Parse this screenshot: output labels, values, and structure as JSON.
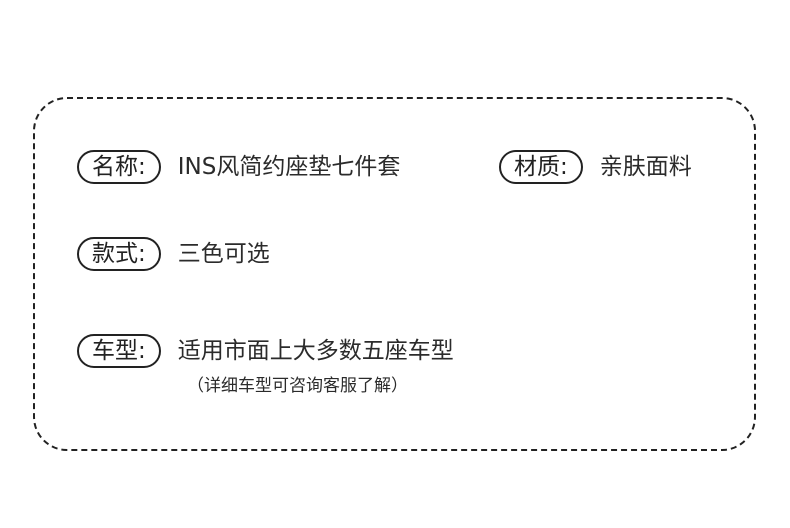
{
  "fields": {
    "name": {
      "label": "名称:",
      "value": "INS风简约座垫七件套"
    },
    "material": {
      "label": "材质:",
      "value": "亲肤面料"
    },
    "style": {
      "label": "款式:",
      "value": "三色可选"
    },
    "vehicle": {
      "label": "车型:",
      "value": "适用市面上大多数五座车型",
      "note": "（详细车型可咨询客服了解）"
    }
  },
  "colors": {
    "border": "#222222",
    "text": "#2b2b2b",
    "background": "#ffffff"
  }
}
